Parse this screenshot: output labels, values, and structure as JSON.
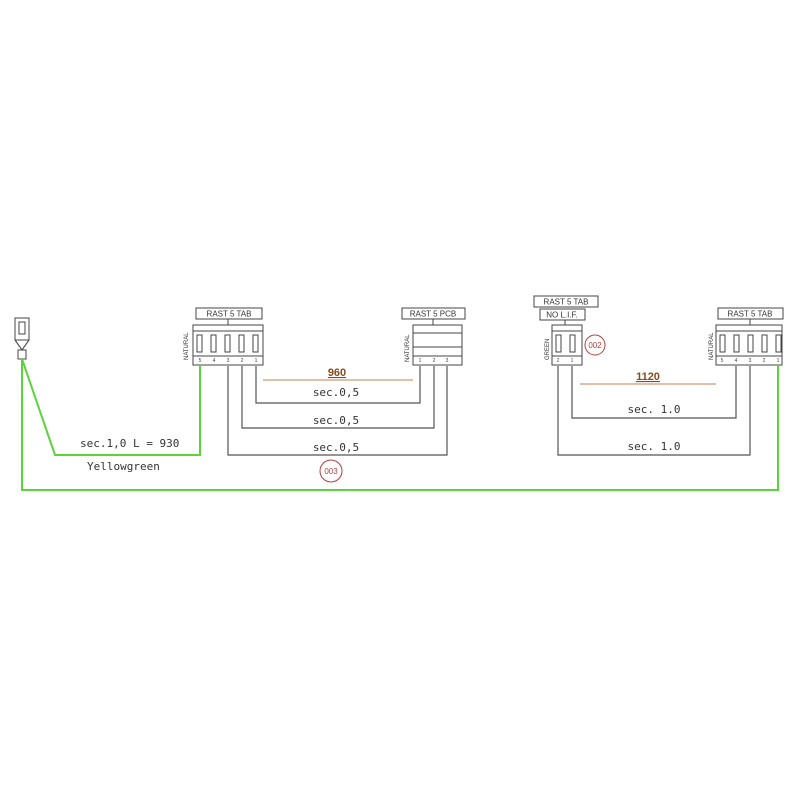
{
  "connectors": {
    "c1": {
      "label": "RAST 5 TAB",
      "color": "NATURAL",
      "pins": [
        "5",
        "4",
        "3",
        "2",
        "1"
      ]
    },
    "c2": {
      "label": "RAST 5 PCB",
      "color": "NATURAL",
      "pins": [
        "1",
        "2",
        "3"
      ]
    },
    "c3": {
      "label": "RAST 5 TAB",
      "sublabel": "NO L.I.F.",
      "color": "GREEN",
      "pins": [
        "2",
        "1"
      ]
    },
    "c4": {
      "label": "RAST 5 TAB",
      "color": "NATURAL",
      "pins": [
        "5",
        "4",
        "3",
        "2",
        "1"
      ]
    }
  },
  "wires": {
    "ground_spec": "sec.1,0 L = 930",
    "ground_color": "Yellowgreen",
    "left_1": "sec.0,5",
    "left_2": "sec.0,5",
    "left_3": "sec.0,5",
    "right_1": "sec. 1.0",
    "right_2": "sec. 1.0"
  },
  "dimensions": {
    "left": "960",
    "right": "1120"
  },
  "markers": {
    "m003": "003",
    "m002": "002"
  },
  "colors": {
    "ground_wire": "#5ad43a",
    "dimension": "#8a4a1a",
    "marker": "#b04040"
  }
}
